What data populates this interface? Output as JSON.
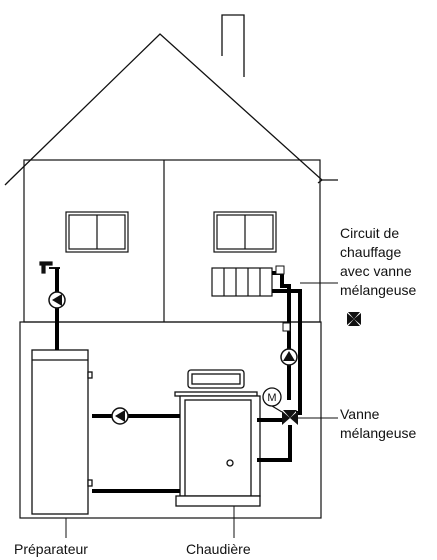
{
  "labels": {
    "circuit": [
      "Circuit de",
      "chauffage",
      "avec vanne",
      "mélangeuse"
    ],
    "vanne": [
      "Vanne",
      "mélangeuse"
    ],
    "preparateur": "Préparateur",
    "chaudiere": "Chaudière"
  },
  "colors": {
    "line": "#111111",
    "pipe": "#000000",
    "fill": "#ffffff"
  }
}
